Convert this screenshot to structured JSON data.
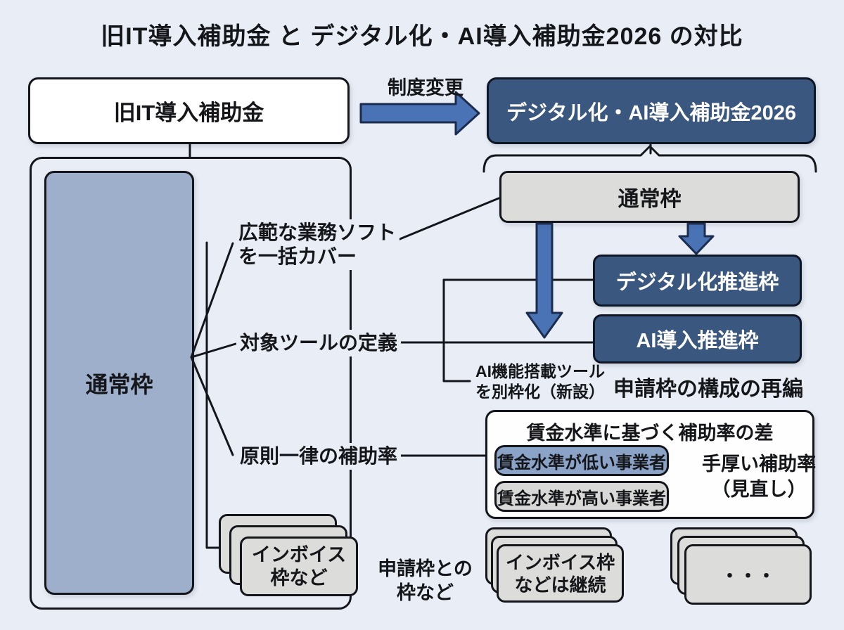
{
  "title": "旧IT導入補助金 と デジタル化・AI導入補助金2026 の対比",
  "colors": {
    "background": "#e9eef6",
    "navy_box": "#3a5780",
    "arrow_blue": "#4a73b6",
    "muted_blue_frame": "#9dafcb",
    "light_gray_box": "#dcdcda",
    "low_wage_pill": "#8aa3c7",
    "border_black": "#14161c"
  },
  "old": {
    "box": "旧IT導入補助金",
    "frame": "通常枠",
    "stack_line1": "インボイス",
    "stack_line2": "枠など"
  },
  "transition": {
    "label": "制度変更"
  },
  "new": {
    "box": "デジタル化・AI導入補助金2026",
    "frame_normal": "通常枠",
    "frame_digital": "デジタル化推進枠",
    "frame_ai": "AI導入推進枠",
    "ai_note_line1": "AI機能搭載ツール",
    "ai_note_line2": "を別枠化（新設）",
    "reorg_note": "申請枠の構成の再編",
    "stack_line1": "インボイス枠",
    "stack_line2": "などは継続",
    "etc_stack": "・・・"
  },
  "points": {
    "p1_line1": "広範な業務ソフト",
    "p1_line2": "を一括カバー",
    "p2": "対象ツールの定義",
    "p3": "原則一律の補助率"
  },
  "wage": {
    "title": "賃金水準に基づく補助率の差",
    "low_pill": "賃金水準が低い事業者",
    "high_pill": "賃金水準が高い事業者",
    "result_line1": "手厚い補助率",
    "result_line2": "（見直し）"
  },
  "bottom_note": {
    "line1": "申請枠との",
    "line2": "枠など"
  }
}
